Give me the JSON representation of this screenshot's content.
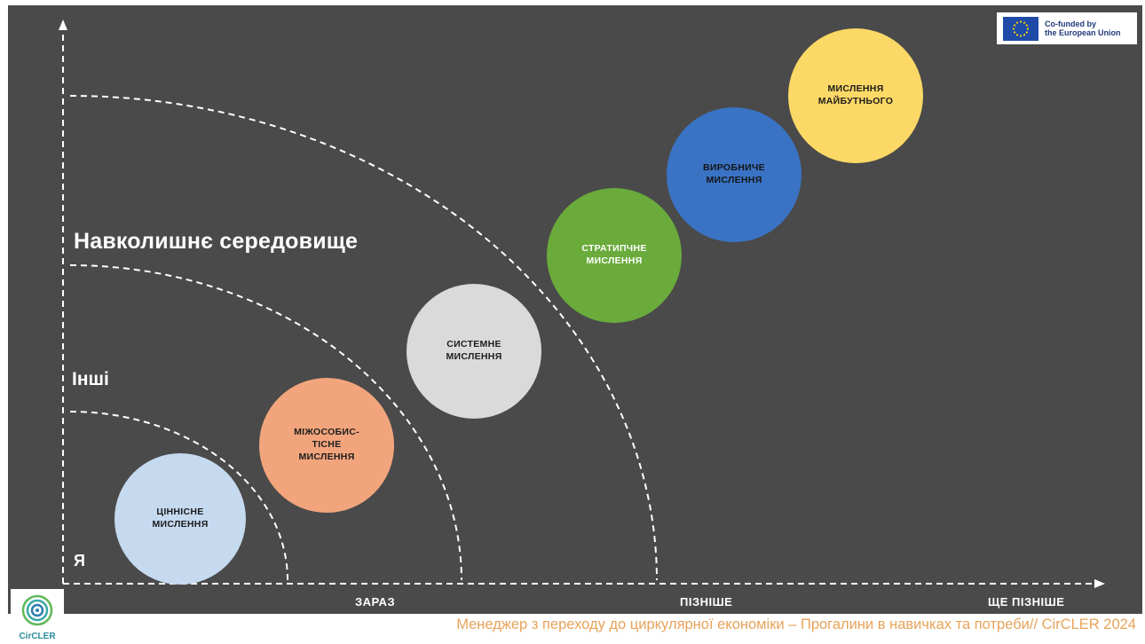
{
  "levels": {
    "environment": "Навколишнє середовище",
    "others": "Інші",
    "self": "Я"
  },
  "x_axis_labels": [
    "ЗАРАЗ",
    "ПІЗНІШЕ",
    "ЩЕ ПІЗНІШЕ"
  ],
  "circles": [
    {
      "label": "ЦІННІСНЕ\nМИСЛЕННЯ",
      "color": "#c5d9ef",
      "text_color": "#1c1c1c"
    },
    {
      "label": "МІЖОСОБИС-\nТІСНЕ\nМИСЛЕННЯ",
      "color": "#f2a57c",
      "text_color": "#1c1c1c"
    },
    {
      "label": "СИСТЕМНЕ\nМИСЛЕННЯ",
      "color": "#dadada",
      "text_color": "#1c1c1c"
    },
    {
      "label": "СТРАТИПЧНЕ\nМИСЛЕННЯ",
      "color": "#6aab3c",
      "text_color": "#ffffff"
    },
    {
      "label": "ВИРОБНИЧЕ\nМИСЛЕННЯ",
      "color": "#3a73c4",
      "text_color": "#141414"
    },
    {
      "label": "МИСЛЕННЯ\nМАЙБУТНЬОГО",
      "color": "#fcd966",
      "text_color": "#1c1c1c"
    }
  ],
  "eu_badge": {
    "text": "Co-funded by\nthe European Union",
    "icon": "eu-flag-icon"
  },
  "footer": {
    "text": "Менеджер з переходу до циркулярної економіки – Прогалини в навичках та потреби// CirCLER 2024"
  },
  "logo": {
    "text": "CirCLER",
    "icon": "spiral-logo-icon"
  },
  "colors": {
    "background": "#4a4a4a",
    "footer_text": "#e8a35a",
    "lines": "#ffffff"
  }
}
